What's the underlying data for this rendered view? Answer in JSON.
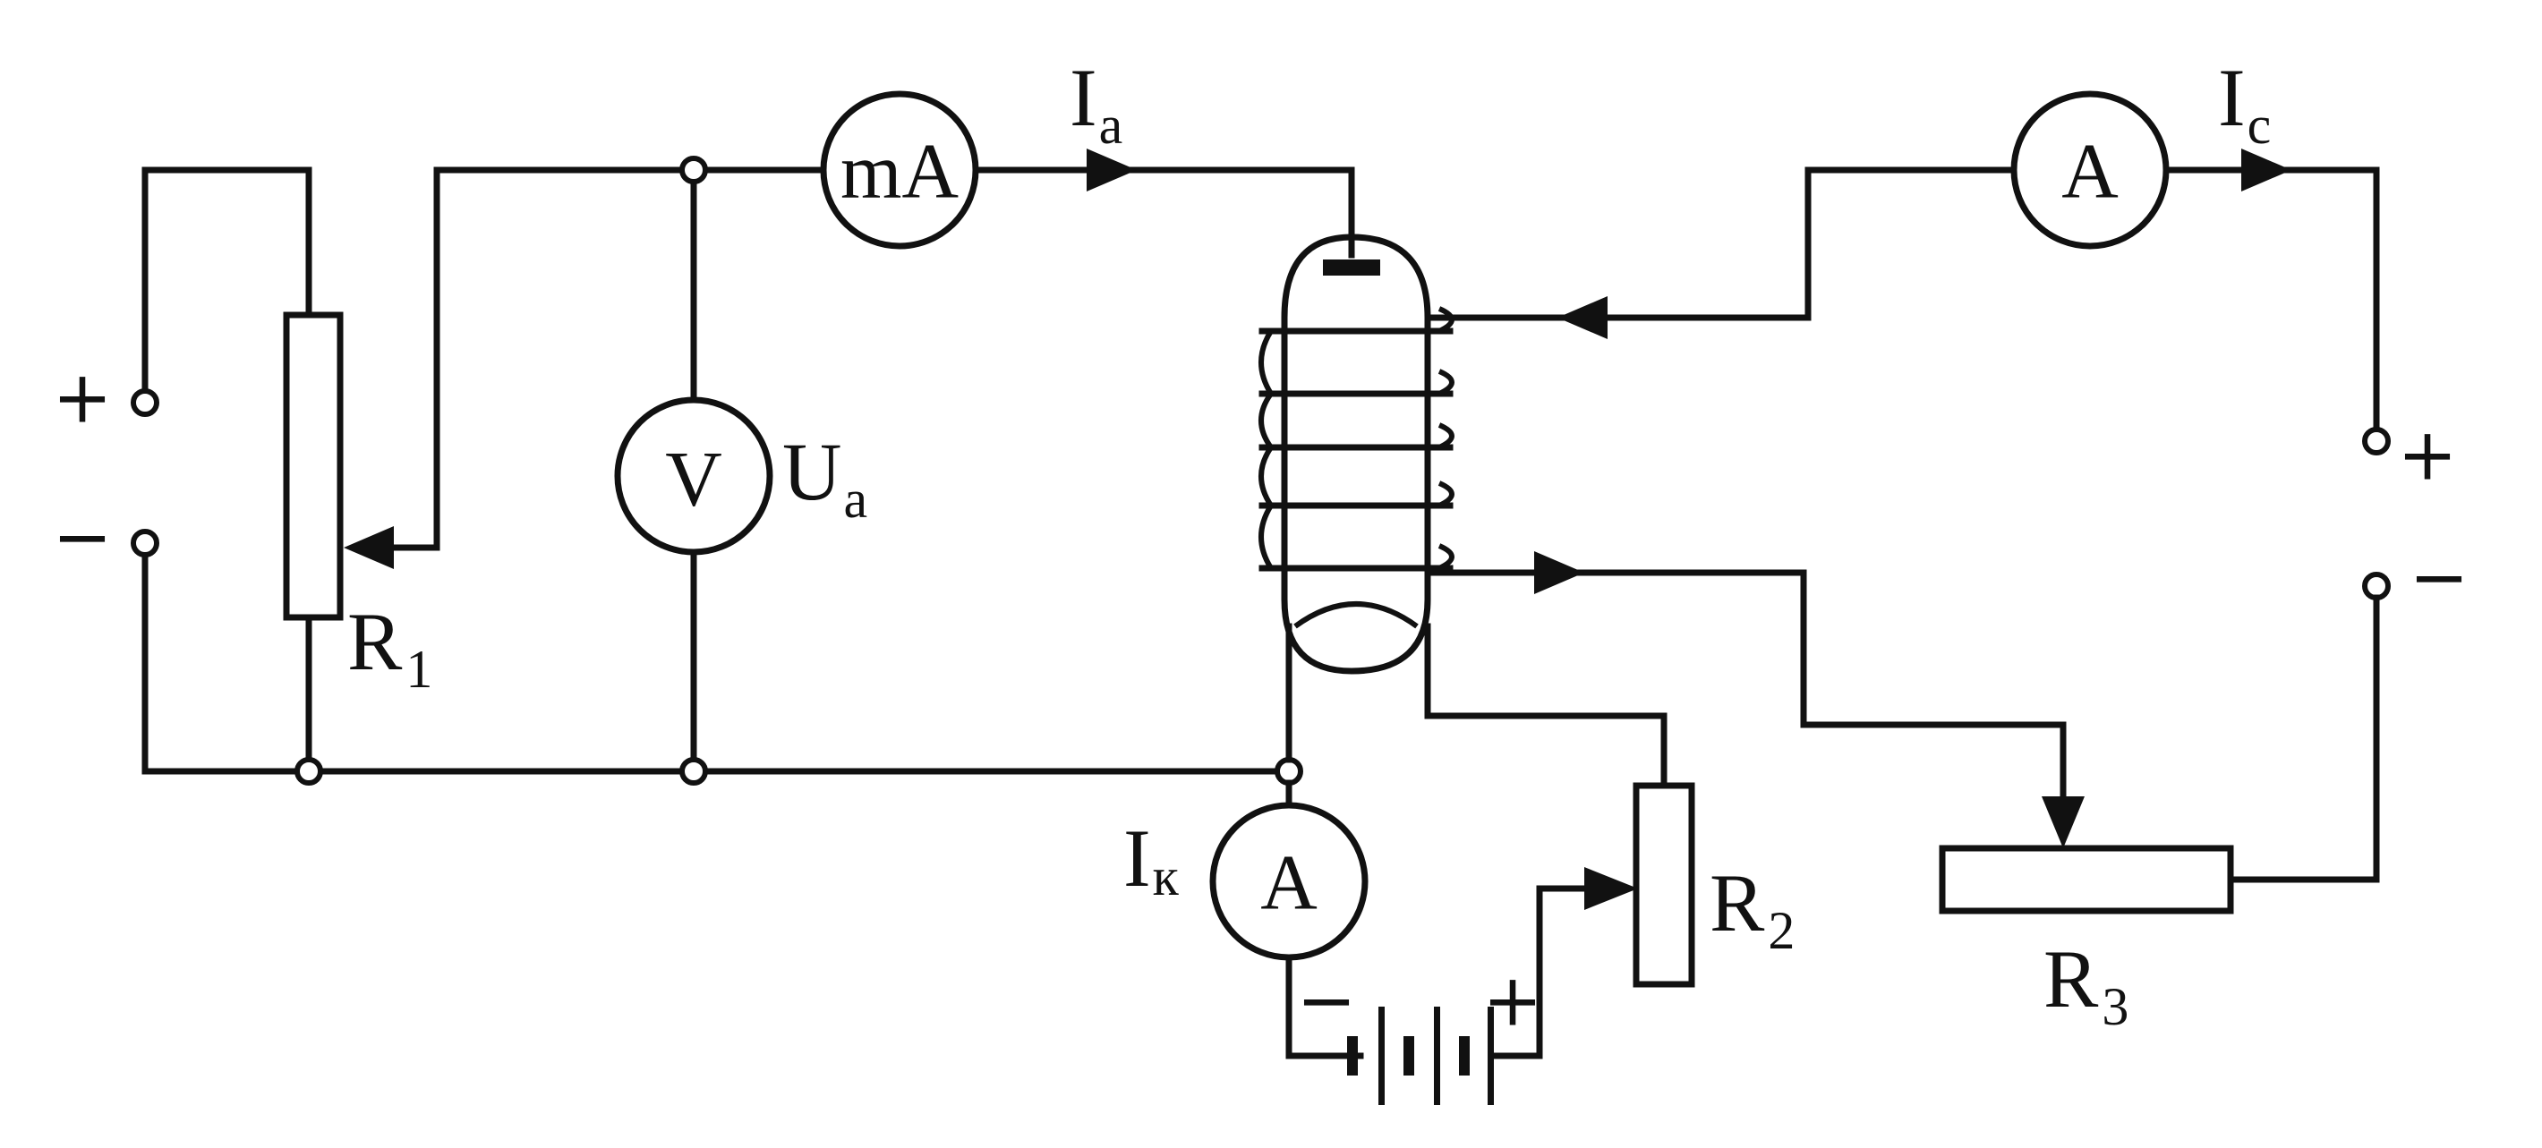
{
  "meters": {
    "anode_milliammeter": "mA",
    "voltmeter": "V",
    "coil_ammeter": "A",
    "cathode_ammeter": "A"
  },
  "labels": {
    "anode_current_main": "I",
    "anode_current_sub": "a",
    "anode_voltage_main": "U",
    "anode_voltage_sub": "a",
    "coil_current_main": "I",
    "coil_current_sub": "c",
    "cathode_current_main": "I",
    "cathode_current_sub": "к",
    "r1_main": "R",
    "r1_sub": "1",
    "r2_main": "R",
    "r2_sub": "2",
    "r3_main": "R",
    "r3_sub": "3"
  },
  "terminals": {
    "left_plus": "+",
    "left_minus": "−",
    "right_plus": "+",
    "right_minus": "−",
    "battery_minus": "−",
    "battery_plus": "+"
  }
}
